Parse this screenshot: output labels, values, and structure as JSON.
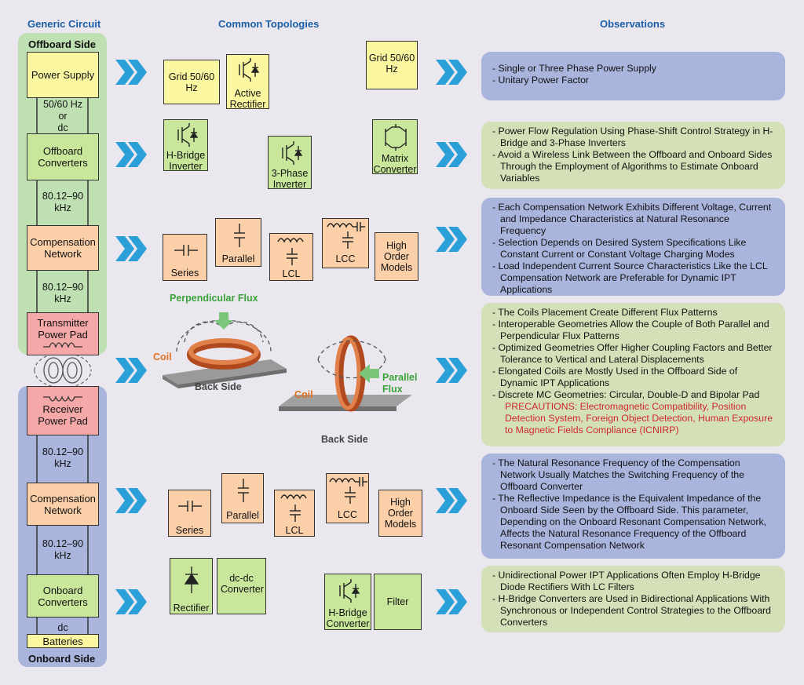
{
  "headers": {
    "generic": "Generic Circuit",
    "common": "Common Topologies",
    "obs": "Observations"
  },
  "sides": {
    "offboard": "Offboard Side",
    "onboard": "Onboard Side"
  },
  "circuit": {
    "power_supply": "Power Supply",
    "f1": "50/60 Hz",
    "f1b": "or",
    "f1c": "dc",
    "offboard_conv": "Offboard Converters",
    "f2": "80.12–90",
    "f2b": "kHz",
    "comp": "Compensation Network",
    "f3": "80.12–90",
    "f3b": "kHz",
    "tx_pad": "Transmitter Power Pad",
    "rx_pad": "Receiver Power Pad",
    "f4": "80.12–90",
    "f4b": "kHz",
    "comp2": "Compensation Network",
    "f5": "80.12–90",
    "f5b": "kHz",
    "onboard_conv": "Onboard Converters",
    "dc": "dc",
    "batteries": "Batteries"
  },
  "topologies": {
    "grid": "Grid 50/60 Hz",
    "active_rectifier": "Active Rectifier",
    "grid2": "Grid 50/60 Hz",
    "hbridge_inv": "H-Bridge Inverter",
    "three_phase_inv": "3-Phase Inverter",
    "matrix_conv": "Matrix Converter",
    "series": "Series",
    "parallel": "Parallel",
    "lcl": "LCL",
    "lcc": "LCC",
    "high_order": "High Order Models",
    "perp_flux": "Perpendicular Flux",
    "coil": "Coil",
    "back_side": "Back Side",
    "parallel_flux": "Parallel Flux",
    "coil2": "Coil",
    "back_side2": "Back Side",
    "rectifier": "Rectifier",
    "dcdc": "dc-dc Converter",
    "hbridge_conv": "H-Bridge Converter",
    "filter": "Filter"
  },
  "observations": [
    {
      "items": [
        "- Single or Three Phase Power Supply",
        "- Unitary Power Factor"
      ]
    },
    {
      "items": [
        "- Power Flow Regulation Using Phase-Shift Control Strategy in H-Bridge and 3-Phase Inverters",
        "- Avoid a Wireless Link Between the Offboard and Onboard Sides Through the Employment of Algorithms to Estimate Onboard Variables"
      ]
    },
    {
      "items": [
        "- Each Compensation Network Exhibits Different Voltage, Current and Impedance Characteristics at Natural Resonance Frequency",
        "- Selection Depends on Desired System Specifications Like Constant Current or Constant Voltage Charging Modes",
        "- Load Independent Current Source Characteristics Like the LCL Compensation Network are Preferable for Dynamic IPT Applications"
      ]
    },
    {
      "items": [
        "- The Coils Placement Create Different Flux Patterns",
        "- Interoperable Geometries Allow the Couple of Both Parallel and Perpendicular Flux Patterns",
        "- Optimized Geometries Offer Higher Coupling Factors and Better Tolerance to Vertical and Lateral Displacements",
        "- Elongated Coils are Mostly Used in the Offboard Side of Dynamic IPT Applications",
        "- Discrete MC Geometries: Circular, Double-D and Bipolar Pad"
      ],
      "warning": "PRECAUTIONS: Electromagnetic Compatibility, Position Detection System, Foreign Object Detection, Human Exposure to Magnetic Fields Compliance (ICNIRP)"
    },
    {
      "items": [
        "- The Natural Resonance Frequency of the Compensation Network Usually Matches the Switching Frequency of the Offboard Converter",
        "- The Reflective Impedance is the Equivalent Impedance of the Onboard Side Seen by the Offboard Side. This parameter, Depending on the Onboard Resonant Compensation Network, Affects the Natural Resonance Frequency of the Offboard Resonant Compensation Network"
      ]
    },
    {
      "items": [
        "- Unidirectional Power IPT Applications Often Employ H-Bridge Diode Rectifiers With LC Filters",
        "- H-Bridge Converters are Used in Bidirectional Applications With Synchronous or Independent Control Strategies to the Offboard Converters"
      ]
    }
  ],
  "colors": {
    "header": "#1b5fa6",
    "chevron": "#2a9fd8",
    "warning": "#d0282c",
    "flux_label": "#3aa33a",
    "coil_label": "#e07020"
  }
}
